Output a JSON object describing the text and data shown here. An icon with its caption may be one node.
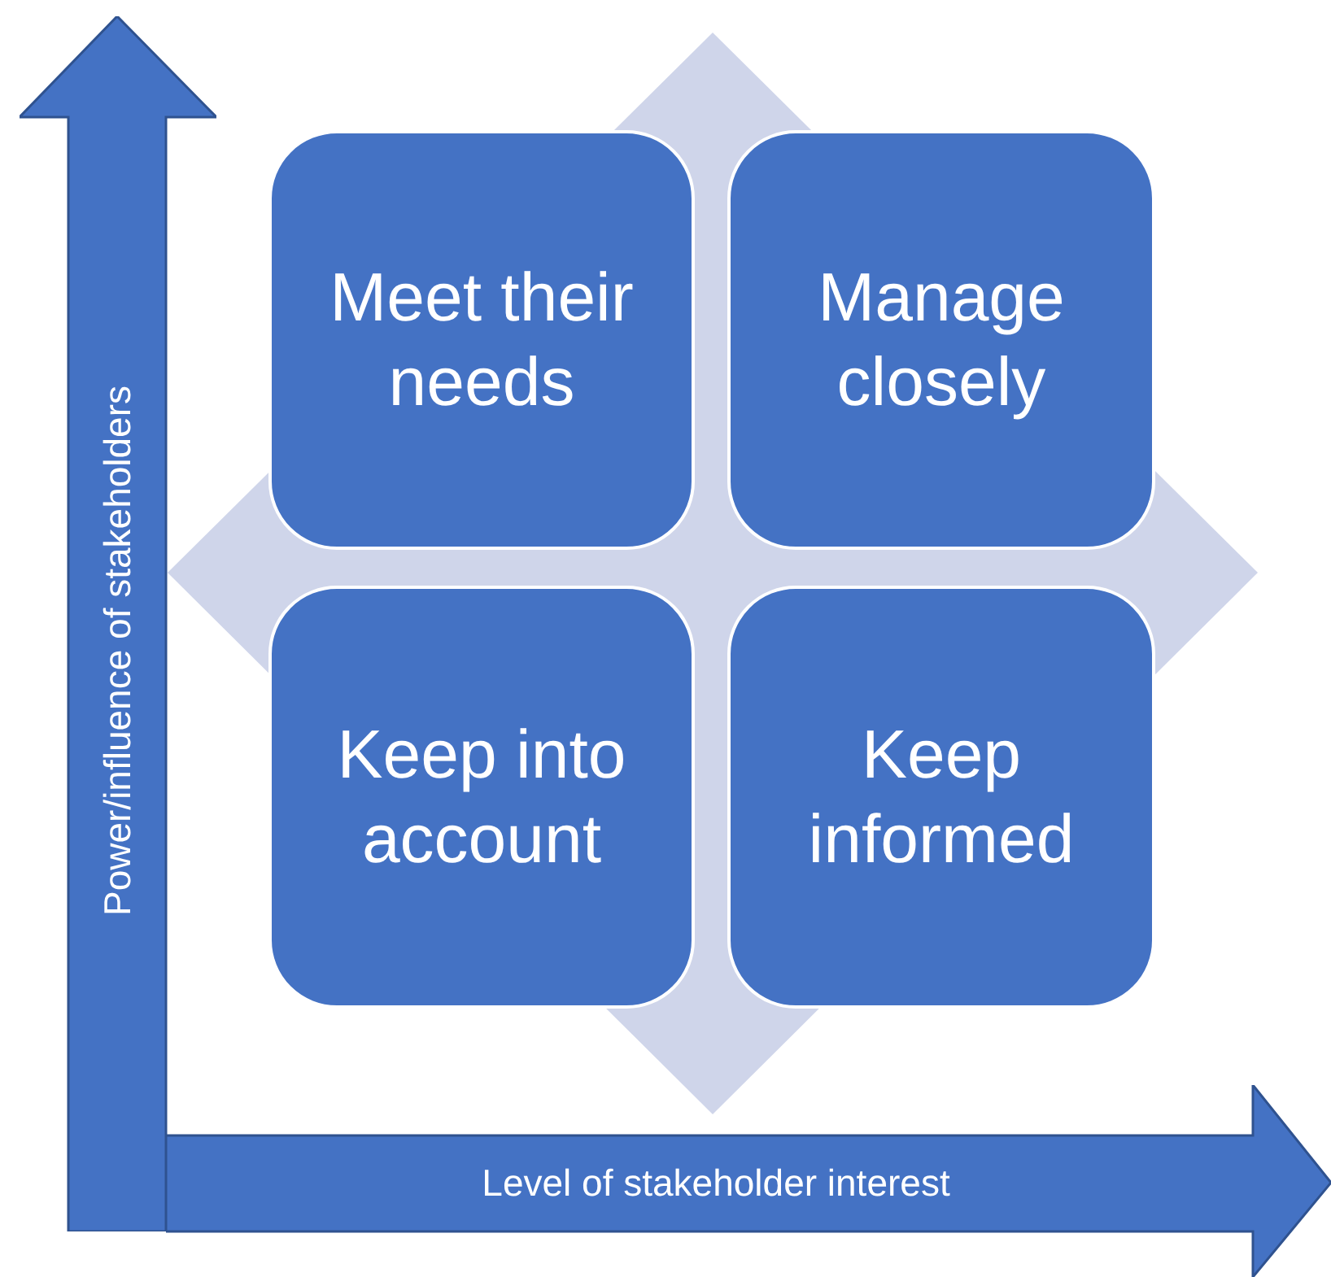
{
  "diagram": {
    "nodes": [
      {
        "text": [
          "Power/influence of stakeholders"
        ]
      },
      {
        "text": [
          "Meet their needs"
        ]
      },
      {
        "text": [
          "Manage closely"
        ]
      },
      {
        "text": [
          "Keep into account"
        ]
      },
      {
        "text": [
          "Keep informed"
        ]
      },
      {
        "text": [
          "Level of stakeholder interest"
        ]
      }
    ]
  }
}
